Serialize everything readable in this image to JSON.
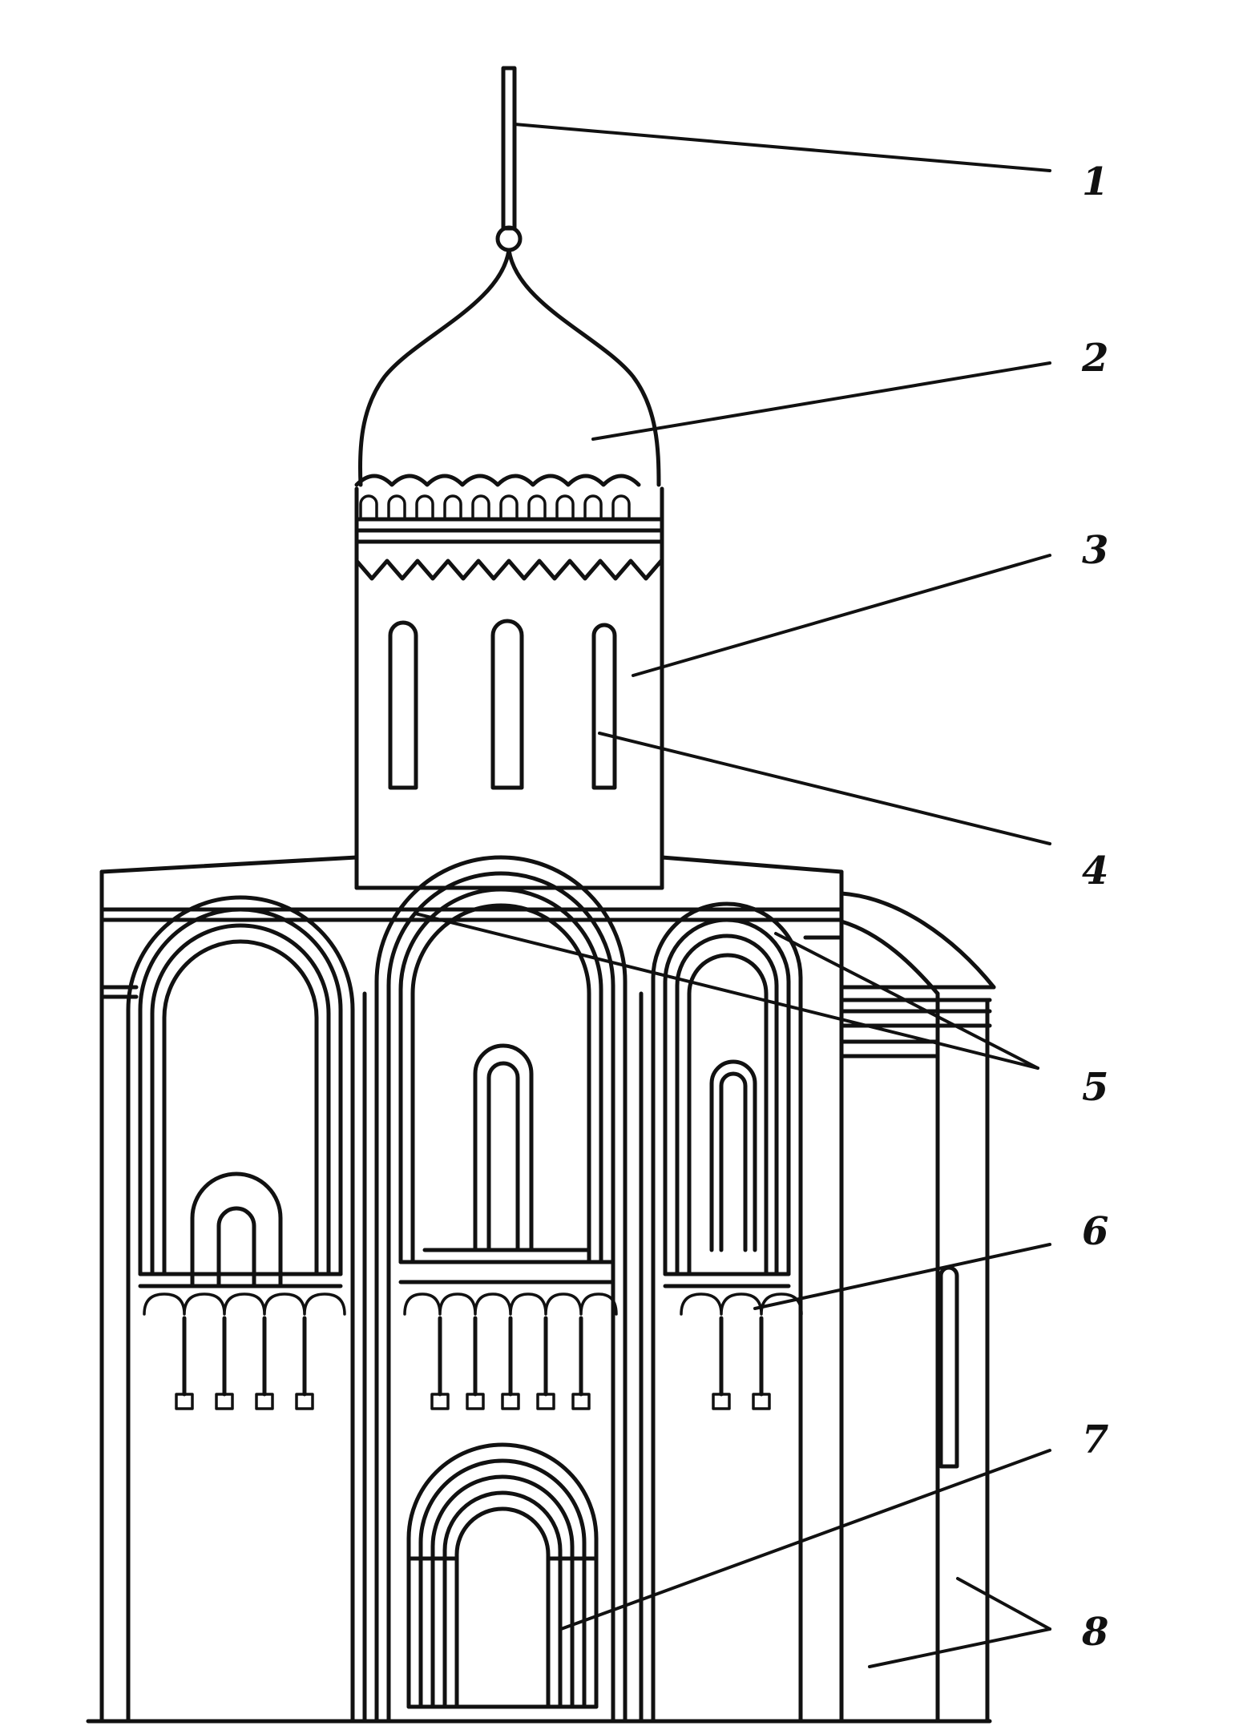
{
  "diagram": {
    "background": "#ffffff",
    "ink": "#111111",
    "callouts": [
      {
        "id": "1",
        "label": "1"
      },
      {
        "id": "2",
        "label": "2"
      },
      {
        "id": "3",
        "label": "3"
      },
      {
        "id": "4",
        "label": "4"
      },
      {
        "id": "5",
        "label": "5"
      },
      {
        "id": "6",
        "label": "6"
      },
      {
        "id": "7",
        "label": "7"
      },
      {
        "id": "8",
        "label": "8"
      }
    ]
  }
}
